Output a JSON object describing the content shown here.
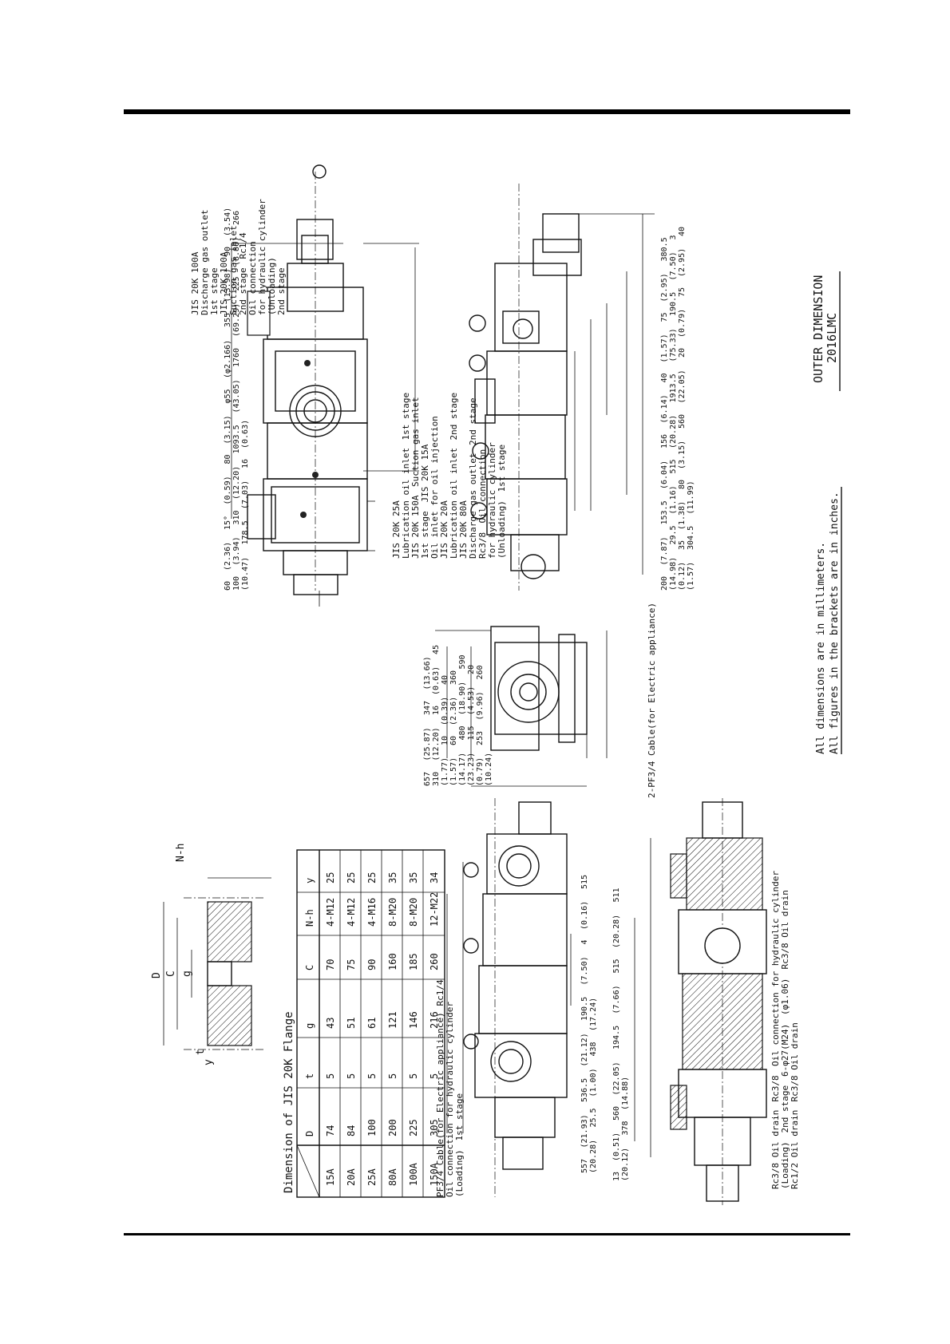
{
  "title_block": {
    "line1": "OUTER DIMENSION",
    "line2": "2016LMC"
  },
  "general_notes": {
    "line1": "All dimensions are in millimeters.",
    "line2": "All figures in the brackets are in inches."
  },
  "flange_table": {
    "title": "Dimension of JIS 20K Flange",
    "headers": [
      "D",
      "t",
      "g",
      "C",
      "N-h",
      "y"
    ],
    "rows": [
      [
        "15A",
        "74",
        "5",
        "43",
        "70",
        "4-M12",
        "25"
      ],
      [
        "20A",
        "84",
        "5",
        "51",
        "75",
        "4-M12",
        "25"
      ],
      [
        "25A",
        "100",
        "5",
        "61",
        "90",
        "4-M16",
        "25"
      ],
      [
        "80A",
        "200",
        "5",
        "121",
        "160",
        "8-M20",
        "35"
      ],
      [
        "100A",
        "225",
        "5",
        "146",
        "185",
        "8-M20",
        "35"
      ],
      [
        "150A",
        "305",
        "5",
        "216",
        "260",
        "12-M22",
        "34"
      ]
    ]
  },
  "flange_detail": {
    "labels": [
      "D",
      "C",
      "g",
      "N-h",
      "t",
      "y"
    ]
  },
  "top_view": {
    "labels": [
      "JIS 20K 100A",
      "Discharge gas outlet",
      "1st stage",
      "JIS 20K 100A",
      "Suction gas inlet",
      "2nd stage",
      "Rc1/4",
      "Oil connection",
      "for hydraulic cylinder",
      "(Unloading)",
      "2nd stage"
    ],
    "dims": [
      "60",
      "(2.36)",
      "15°",
      "(0.59)",
      "80",
      "(3.15)",
      "φ55",
      "(φ2.166)",
      "355",
      "(13.98)",
      "90",
      "(3.54)",
      "100",
      "(3.94)",
      "310",
      "(12.20)",
      "1093.5",
      "(43.05)",
      "1760",
      "(69.29)",
      "225",
      "(8.86)",
      "266",
      "(10.47)",
      "178.5",
      "(7.03)",
      "16",
      "(0.63)"
    ]
  },
  "side_view": {
    "labels": [
      "JIS 20K 25A",
      "Lubrication oil inlet",
      "1st stage",
      "JIS 20K 150A",
      "Suction gas inlet",
      "1st stage",
      "JIS 20K 15A",
      "Oil inlet for oil injection",
      "JIS 20K 20A",
      "Lubrication oil inlet",
      "2nd stage",
      "JIS 20K 80A",
      "Discharge gas outlet",
      "2nd stage",
      "Rc3/8",
      "Oil connection",
      "for hydraulic cylinder",
      "(Unloading)",
      "1st stage"
    ],
    "dims": [
      "200",
      "(7.87)",
      "153.5",
      "(6.04)",
      "156",
      "(6.14)",
      "40",
      "(1.57)",
      "75",
      "(2.95)",
      "380.5",
      "(14.98)",
      "29.5",
      "(1.16)",
      "515",
      "(20.28)",
      "1913.5",
      "(75.33)",
      "190.5",
      "(7.50)",
      "3",
      "(0.12)",
      "35",
      "(1.38)",
      "80",
      "(3.15)",
      "560",
      "(22.05)",
      "20",
      "(0.79)",
      "75",
      "(2.95)",
      "40",
      "(1.57)",
      "304.5",
      "(11.99)"
    ]
  },
  "end_view": {
    "labels": [
      "2-PF3/4 Cable(for Electric appliance)"
    ],
    "dims": [
      "657",
      "(25.87)",
      "347",
      "(13.66)",
      "310",
      "(12.20)",
      "16",
      "(0.63)",
      "45",
      "(1.77)",
      "10",
      "(0.39)",
      "40",
      "(1.57)",
      "60",
      "(2.36)",
      "360",
      "(14.17)",
      "480",
      "(18.90)",
      "590",
      "(23.23)",
      "115",
      "(4.53)",
      "20",
      "(0.79)",
      "253",
      "(9.96)",
      "260",
      "(10.24)"
    ]
  },
  "bottom_view": {
    "labels": [
      "PF3/4 Cable(for Electric appliance)",
      "Rc1/4",
      "Oil connection for hydraulic cylinder",
      "(Loading)",
      "1st stage"
    ],
    "dims": [
      "557",
      "(21.93)",
      "536.5",
      "(21.12)",
      "190.5",
      "(7.50)",
      "4",
      "(0.16)",
      "515",
      "(20.28)",
      "25.5",
      "(1.00)",
      "438",
      "(17.24)"
    ]
  },
  "section_view": {
    "labels": [
      "Rc3/8 Oil drain",
      "Rc3/8",
      "Oil connection for hydraulic cylinder",
      "(Loading)",
      "2nd stage",
      "6-φ27(M24)",
      "(φ1.06)",
      "Rc3/8 Oil drain",
      "Rc1/2 Oil drain",
      "Rc3/8 Oil drain"
    ],
    "dims": [
      "13",
      "(0.51)",
      "560",
      "(22.05)",
      "194.5",
      "(7.66)",
      "515",
      "(20.28)",
      "511",
      "(20.12)",
      "378",
      "(14.88)"
    ]
  }
}
